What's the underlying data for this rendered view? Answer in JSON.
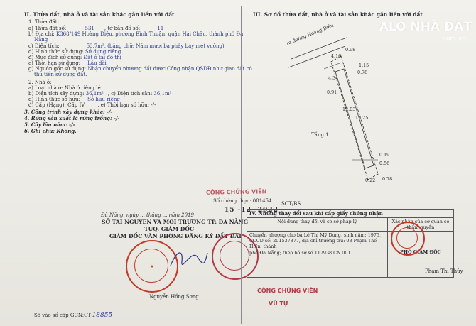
{
  "left": {
    "section2": "II. Thửa đất, nhà ở và tài sản khác gắn liền với đất",
    "s1": "1. Thửa đất:",
    "parcel_label": "a) Thửa đất số:",
    "parcel_no": "531",
    "map_label": ", tờ bản đồ số:",
    "map_no": "11",
    "address_label": "b) Địa chỉ:",
    "address": "K368/149 Hoàng Diệu, phường Bình Thuận, quận Hải Châu, thành phố Đà",
    "address2": "Nẵng",
    "area_label": "c) Diện tích:",
    "area": "53,7m², (bằng chữ: Năm mươi ba phẩy bảy mét vuông)",
    "form_label": "d) Hình thức sử dụng:",
    "form": "Sử dụng riêng",
    "purpose_label": "đ) Mục đích sử dụng:",
    "purpose": "Đất ở tại đô thị",
    "term_label": "e) Thời hạn sử dụng:",
    "term": "Lâu dài",
    "origin_label": "g) Nguồn gốc sử dụng:",
    "origin": "Nhận chuyển nhượng đất được Công nhận QSDĐ như giao đất có",
    "origin2": "thu tiền sử dụng đất.",
    "s2": "2. Nhà ở:",
    "house_type": "a) Loại nhà ở:    Nhà ở riêng lẻ",
    "built_label": "b) Diện tích xây dựng:",
    "built": "36,1m²",
    "floor_label": ", c) Diện tích sàn:",
    "floor": "36,1m²",
    "own_label": "d) Hình thức sở hữu:",
    "own": "Sở hữu riêng",
    "level_label": "đ) Cấp (Hạng):  Cấp IV",
    "own_term": ", e) Thời hạn sở hữu:    -/-",
    "s3": "3. Công trình xây dựng khác: -/-",
    "s4": "4. Rừng sản xuất là rừng trồng: -/-",
    "s5": "5. Cây lâu năm: -/-",
    "s6": "6. Ghi chú: Không.",
    "date_line": "Đà Nẵng, ngày    ...    tháng    ...    năm 2019",
    "dept": "SỞ TÀI NGUYÊN VÀ MÔI TRƯỜNG TP. ĐÀ NẴNG",
    "tuq": "TUQ. GIÁM ĐỐC",
    "office": "GIÁM ĐỐC VĂN PHÒNG ĐĂNG KÝ ĐẤT ĐAI",
    "signer": "Nguyễn Hồng Sơng",
    "cert_no": "Số vào sổ cấp GCN:CT-",
    "cert_hand": "18855"
  },
  "right": {
    "section3": "III. Sơ đồ thửa đất, nhà ở và tài sản khác gắn liền với đất",
    "road": "ra đường Hoàng Diệu",
    "floor1": "Tầng 1",
    "dims": [
      "4.16",
      "0.98",
      "1.15",
      "0.78",
      "4.34",
      "0.91",
      "12.25",
      "12.03",
      "0.19",
      "0.56",
      "0.78",
      "0.22"
    ],
    "stamp_top": "CÔNG CHỨNG VIÊN",
    "stamp_no": "Số chứng thực: 001454",
    "stamp_ref": "SCT/BS",
    "stamp_date": "15 -12- 2022",
    "section4": "IV. Những thay đổi sau khi cấp giấy chứng nhận",
    "col1": "Nội dung thay đổi và cơ sở pháp lý",
    "col2": "Xác nhận của cơ quan có thẩm quyền",
    "row1": "Chuyển nhượng cho bà Lê Thị Mỹ Dung, sinh năm: 1975,",
    "row2": "CCCD số: 201537877, địa chỉ thường trú: 03 Phạm Thế Hiển, thành",
    "row3": "phố Đà Nẵng; theo hồ sơ số 117938.CN.001.",
    "right_title": "PHÓ GIÁM ĐỐC",
    "right_signer": "Phạm Thị Thủy",
    "notary_bottom": "CÔNG CHỨNG VIÊN",
    "notary_name": "VŨ TỰ"
  },
  "watermark": {
    "brand": "ALO NHÀ ĐẤT",
    "domain": ".com.vn"
  },
  "colors": {
    "ink": "#2a2a34",
    "stamp_red": "#c0392b",
    "paper": "#f2f1ec"
  }
}
